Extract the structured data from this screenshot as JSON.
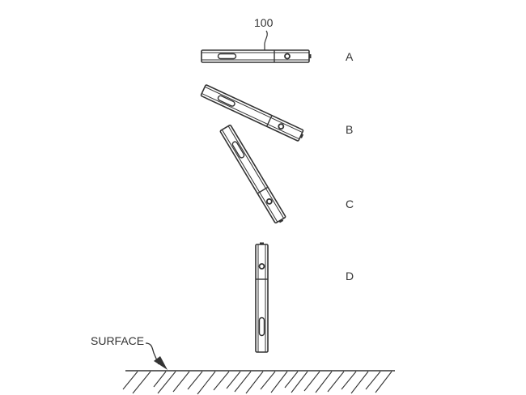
{
  "figure": {
    "reference_numeral": "100",
    "positions": [
      {
        "id": "A",
        "label": "A"
      },
      {
        "id": "B",
        "label": "B"
      },
      {
        "id": "C",
        "label": "C"
      },
      {
        "id": "D",
        "label": "D"
      }
    ],
    "surface_label": "SURFACE",
    "line_color": "#333333",
    "background": "#ffffff"
  }
}
